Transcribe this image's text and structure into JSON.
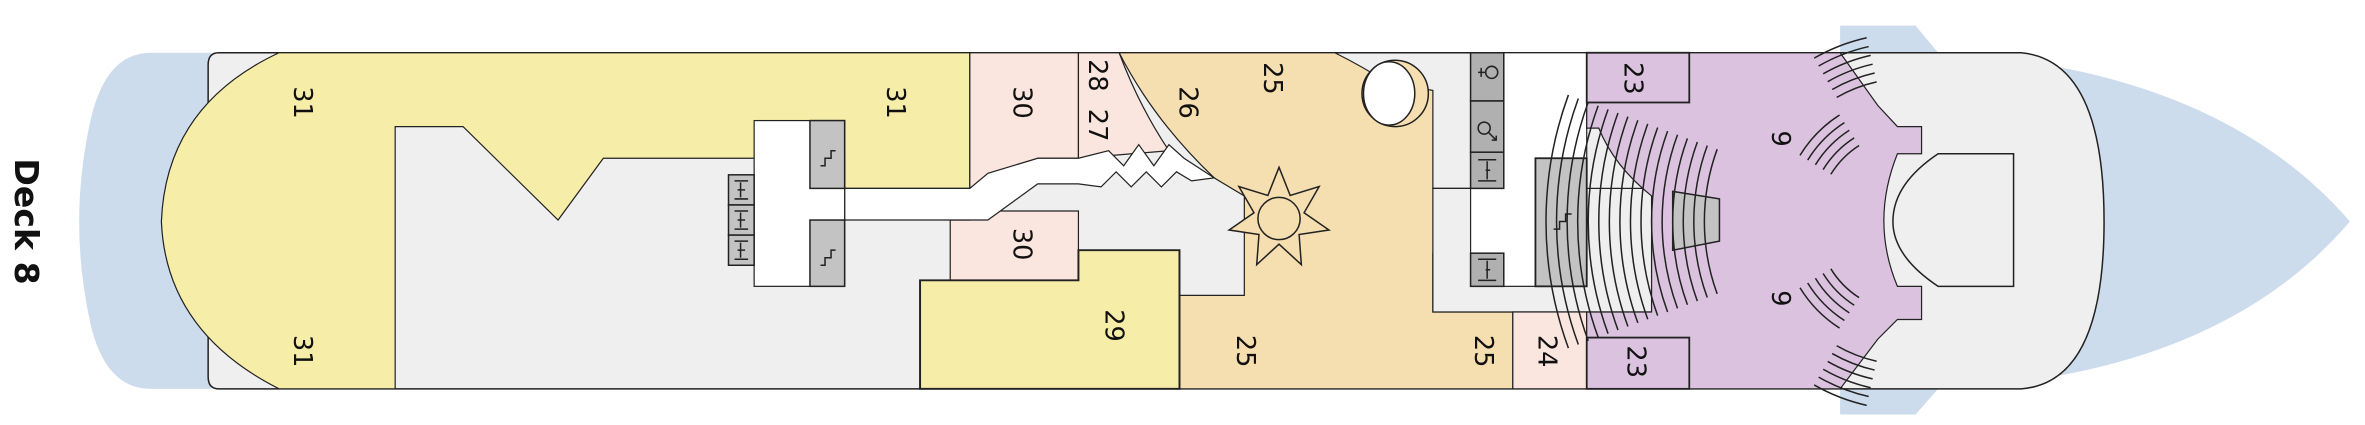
{
  "deck_title": "Deck 8",
  "colors": {
    "water": "#ccdcec",
    "hull": "#efefef",
    "yellow": "#f6eda9",
    "pink": "#fbe6df",
    "beige": "#f5deaf",
    "purple": "#dbc2df",
    "service": "#c3c3c3"
  },
  "areas": {
    "a31_top_left": "31",
    "a31_top_right": "31",
    "a31_bottom": "31",
    "a30_top": "30",
    "a30_bottom": "30",
    "a28": "28",
    "a27": "27",
    "a26": "26",
    "a25_top": "25",
    "a25_bottom_left": "25",
    "a25_bottom_right": "25",
    "a29": "29",
    "a24": "24",
    "a23_top": "23",
    "a23_bottom": "23",
    "a9_top": "9",
    "a9_bottom": "9"
  },
  "icons": [
    "stairs-icon",
    "elevator-icon",
    "restroom-female-icon",
    "restroom-male-icon",
    "wheel-icon",
    "stage-icon"
  ]
}
